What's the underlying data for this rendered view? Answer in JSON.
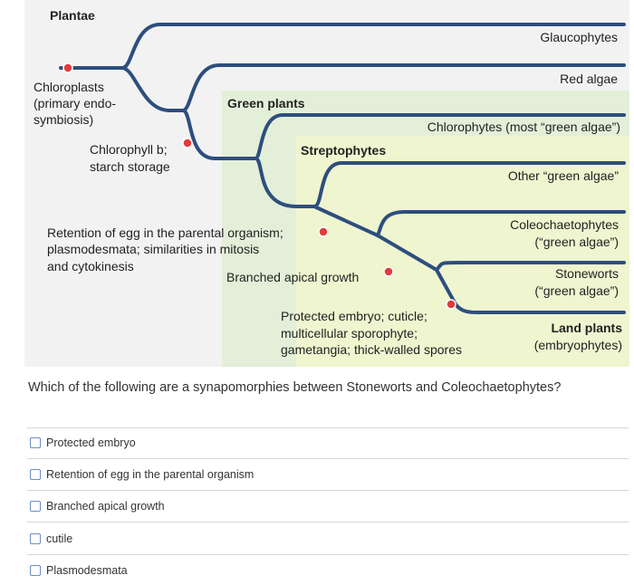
{
  "figure": {
    "kingdom": "Plantae",
    "group_green_plants": "Green plants",
    "group_streptophytes": "Streptophytes",
    "tips": {
      "glaucophytes": "Glaucophytes",
      "red_algae": "Red algae",
      "chlorophytes": "Chlorophytes (most “green algae”)",
      "other_green_algae": "Other “green algae”",
      "coleochaetophytes_1": "Coleochaetophytes",
      "coleochaetophytes_2": "(“green algae”)",
      "stoneworts_1": "Stoneworts",
      "stoneworts_2": "(“green algae”)",
      "land_plants_1": "Land plants",
      "land_plants_2": "(embryophytes)"
    },
    "traits": {
      "chloroplasts_1": "Chloroplasts",
      "chloroplasts_2": "(primary endo-",
      "chloroplasts_3": "symbiosis)",
      "chlorophyll_1": "Chlorophyll b;",
      "chlorophyll_2": "starch storage",
      "egg_1": "Retention of egg in the parental organism;",
      "egg_2": "plasmodesmata; similarities in mitosis",
      "egg_3": "and cytokinesis",
      "branched": "Branched apical growth",
      "protected_1": "Protected embryo; cuticle;",
      "protected_2": "multicellular sporophyte;",
      "protected_3": "gametangia; thick-walled spores"
    },
    "colors": {
      "branch": "#2d4e7e",
      "marker": "#e23b3b",
      "panel_green_plants": "#e3efd8",
      "panel_streptophytes": "#eef5cf",
      "panel_plantae": "#f2f2f2"
    }
  },
  "question": {
    "text": "Which of the following are a synapomorphies between Stoneworts and Coleochaetophytes?",
    "options": [
      {
        "label": "Protected embryo",
        "checked": false
      },
      {
        "label": "Retention of egg in the parental organism",
        "checked": false
      },
      {
        "label": "Branched apical growth",
        "checked": false
      },
      {
        "label": "cutile",
        "checked": false
      },
      {
        "label": "Plasmodesmata",
        "checked": false
      }
    ]
  }
}
